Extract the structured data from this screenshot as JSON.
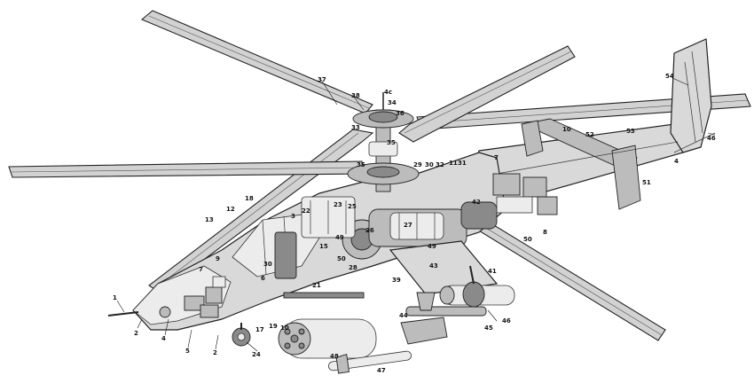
{
  "callouts": [
    {
      "id": "c1",
      "text": "1"
    },
    {
      "id": "c2a",
      "text": "2"
    },
    {
      "id": "c2b",
      "text": "2"
    },
    {
      "id": "c3",
      "text": "3"
    },
    {
      "id": "c4a",
      "text": "4"
    },
    {
      "id": "c4b",
      "text": "4"
    },
    {
      "id": "c5",
      "text": "5"
    },
    {
      "id": "c6",
      "text": "6"
    },
    {
      "id": "c7a",
      "text": "7"
    },
    {
      "id": "c7b",
      "text": "7"
    },
    {
      "id": "c8",
      "text": "8"
    },
    {
      "id": "c9",
      "text": "9"
    },
    {
      "id": "c10a",
      "text": "10"
    },
    {
      "id": "c10b",
      "text": "10"
    },
    {
      "id": "c11",
      "text": "11"
    },
    {
      "id": "c12",
      "text": "12"
    },
    {
      "id": "c13",
      "text": "13"
    },
    {
      "id": "c15",
      "text": "15"
    },
    {
      "id": "c17",
      "text": "17"
    },
    {
      "id": "c18",
      "text": "18"
    },
    {
      "id": "c19",
      "text": "19"
    },
    {
      "id": "c21",
      "text": "21"
    },
    {
      "id": "c22",
      "text": "22"
    },
    {
      "id": "c23",
      "text": "23"
    },
    {
      "id": "c24",
      "text": "24"
    },
    {
      "id": "c25",
      "text": "25"
    },
    {
      "id": "c26",
      "text": "26"
    },
    {
      "id": "c27",
      "text": "27"
    },
    {
      "id": "c28",
      "text": "28"
    },
    {
      "id": "c29",
      "text": "29"
    },
    {
      "id": "c30a",
      "text": "30"
    },
    {
      "id": "c30b",
      "text": "30"
    },
    {
      "id": "c31",
      "text": "31"
    },
    {
      "id": "c32",
      "text": "32"
    },
    {
      "id": "c33",
      "text": "33"
    },
    {
      "id": "c34",
      "text": "34"
    },
    {
      "id": "c35a",
      "text": "35"
    },
    {
      "id": "c35b",
      "text": "35"
    },
    {
      "id": "c36",
      "text": "36"
    },
    {
      "id": "c37",
      "text": "37"
    },
    {
      "id": "c38",
      "text": "38"
    },
    {
      "id": "c39",
      "text": "39"
    },
    {
      "id": "c41",
      "text": "41"
    },
    {
      "id": "c42",
      "text": "42"
    },
    {
      "id": "c43",
      "text": "43"
    },
    {
      "id": "c44",
      "text": "44"
    },
    {
      "id": "c45",
      "text": "45"
    },
    {
      "id": "c46a",
      "text": "46"
    },
    {
      "id": "c46b",
      "text": "46"
    },
    {
      "id": "c47",
      "text": "47"
    },
    {
      "id": "c48",
      "text": "48"
    },
    {
      "id": "c49a",
      "text": "49"
    },
    {
      "id": "c49b",
      "text": "49"
    },
    {
      "id": "c50a",
      "text": "50"
    },
    {
      "id": "c50b",
      "text": "50"
    },
    {
      "id": "c51",
      "text": "51"
    },
    {
      "id": "c52",
      "text": "52"
    },
    {
      "id": "c53",
      "text": "53"
    },
    {
      "id": "c54",
      "text": "54"
    },
    {
      "id": "c4c",
      "text": "4c"
    }
  ]
}
